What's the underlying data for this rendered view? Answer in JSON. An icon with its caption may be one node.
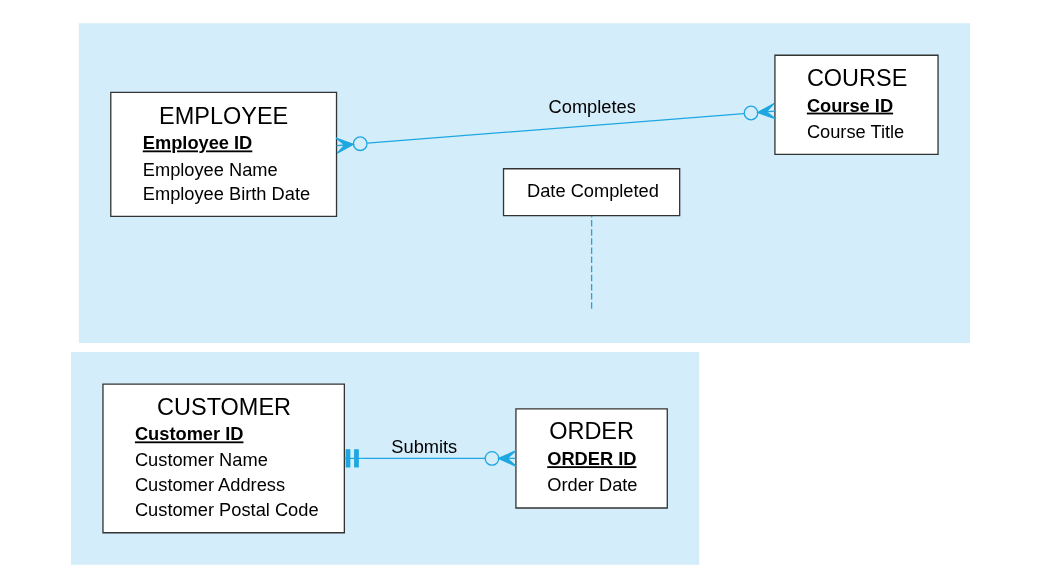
{
  "diagram": {
    "nodes": [
      {
        "text": [],
        "shape": "box"
      },
      {
        "text": [
          "CUSTOMER",
          "Customer ID",
          "Customer Name",
          "Customer Address",
          "Customer Postal Code"
        ],
        "in": 0
      },
      {
        "text": [
          "ORDER",
          "ORDER ID",
          "Order Date"
        ],
        "in": 0
      },
      {
        "text": [],
        "shape": "box"
      },
      {
        "text": [
          "Date Completed"
        ],
        "in": 3
      },
      {
        "text": [
          "EMPLOYEE",
          "Employee ID",
          "Employee Name",
          "Employee Birth Date"
        ],
        "in": 3
      },
      {
        "text": [
          "COURSE",
          "Course ID",
          "Course Title"
        ],
        "in": 3
      }
    ],
    "edges": [
      {
        "from": 1,
        "to": 2,
        "arrow": "other",
        "label": "Submits"
      },
      {
        "from": 5,
        "to": 6,
        "arrow": "other",
        "label": "Completes"
      },
      {
        "from": 4,
        "to": null,
        "arrow": "none",
        "style": "dashed"
      }
    ]
  }
}
